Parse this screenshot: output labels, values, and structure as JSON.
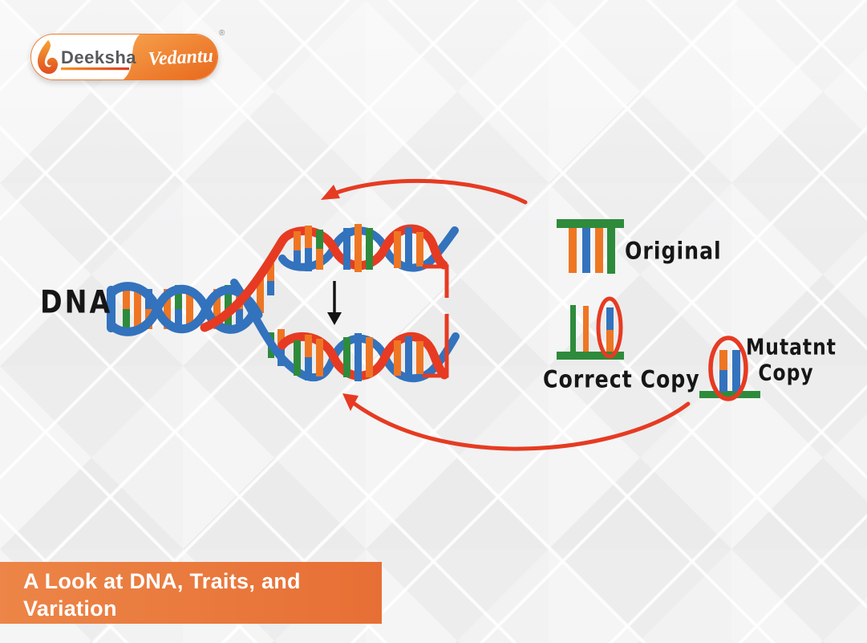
{
  "logo": {
    "brand_primary": "Deeksha",
    "brand_secondary": "Vedantu",
    "registered_mark": "®"
  },
  "diagram": {
    "dna_label": "DNA",
    "original_label": "Original",
    "correct_copy_label": "Correct Copy",
    "mutant_copy_label_line1": "Mutatnt",
    "mutant_copy_label_line2": "Copy"
  },
  "banner": {
    "title": "A Look at DNA, Traits, and Variation"
  },
  "colors": {
    "strand_blue": "#3372BD",
    "rung_orange": "#EE7623",
    "rung_green": "#2E8B3C",
    "accent_red": "#E63B22",
    "brand_orange": "#ED7D2E",
    "banner_gradient_start": "#EC8547",
    "banner_gradient_end": "#E76F35",
    "logo_text_gray": "#58595B",
    "label_text": "#161616"
  }
}
